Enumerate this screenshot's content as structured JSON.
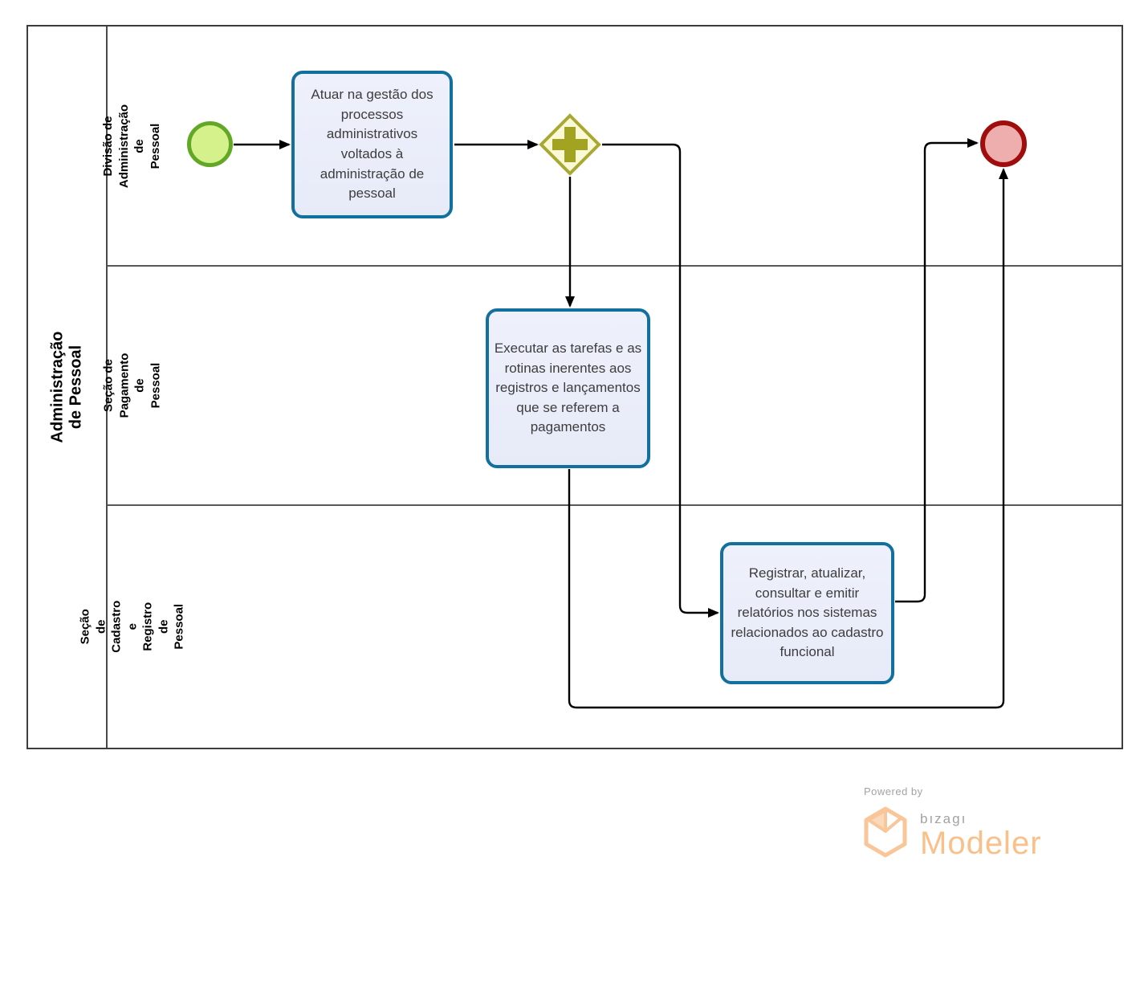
{
  "diagram": {
    "pool": {
      "title": "Administração de Pessoal",
      "lanes": [
        {
          "label": "Divisão de Administração de\nPessoal"
        },
        {
          "label": "Seção de Pagamento de\nPessoal"
        },
        {
          "label": "Seção de Cadastro e Registro\nde Pessoal"
        }
      ]
    },
    "nodes": {
      "start_event": {
        "type": "start-event"
      },
      "task_atuar": {
        "label": "Atuar na gestão dos processos administrativos voltados à administração de pessoal"
      },
      "gateway": {
        "type": "parallel-gateway"
      },
      "task_executar": {
        "label": "Executar as tarefas e as rotinas inerentes aos registros e lançamentos  que se referem a pagamentos"
      },
      "task_registrar": {
        "label": "Registrar, atualizar, consultar e emitir relatórios nos sistemas relacionados ao cadastro funcional"
      },
      "end_event": {
        "type": "end-event"
      }
    },
    "colors": {
      "task_fill": "#e9edfa",
      "task_border": "#12709e",
      "start_fill": "#d5f18b",
      "start_border": "#61a827",
      "end_fill": "#efaeae",
      "end_border": "#a00d0d",
      "gateway_fill": "#f9f8d7",
      "gateway_border": "#a8a832",
      "gateway_plus": "#a3a322",
      "connector": "#000000"
    }
  },
  "branding": {
    "powered_by": "Powered by",
    "brand": "bızagı",
    "product": "Modeler"
  }
}
